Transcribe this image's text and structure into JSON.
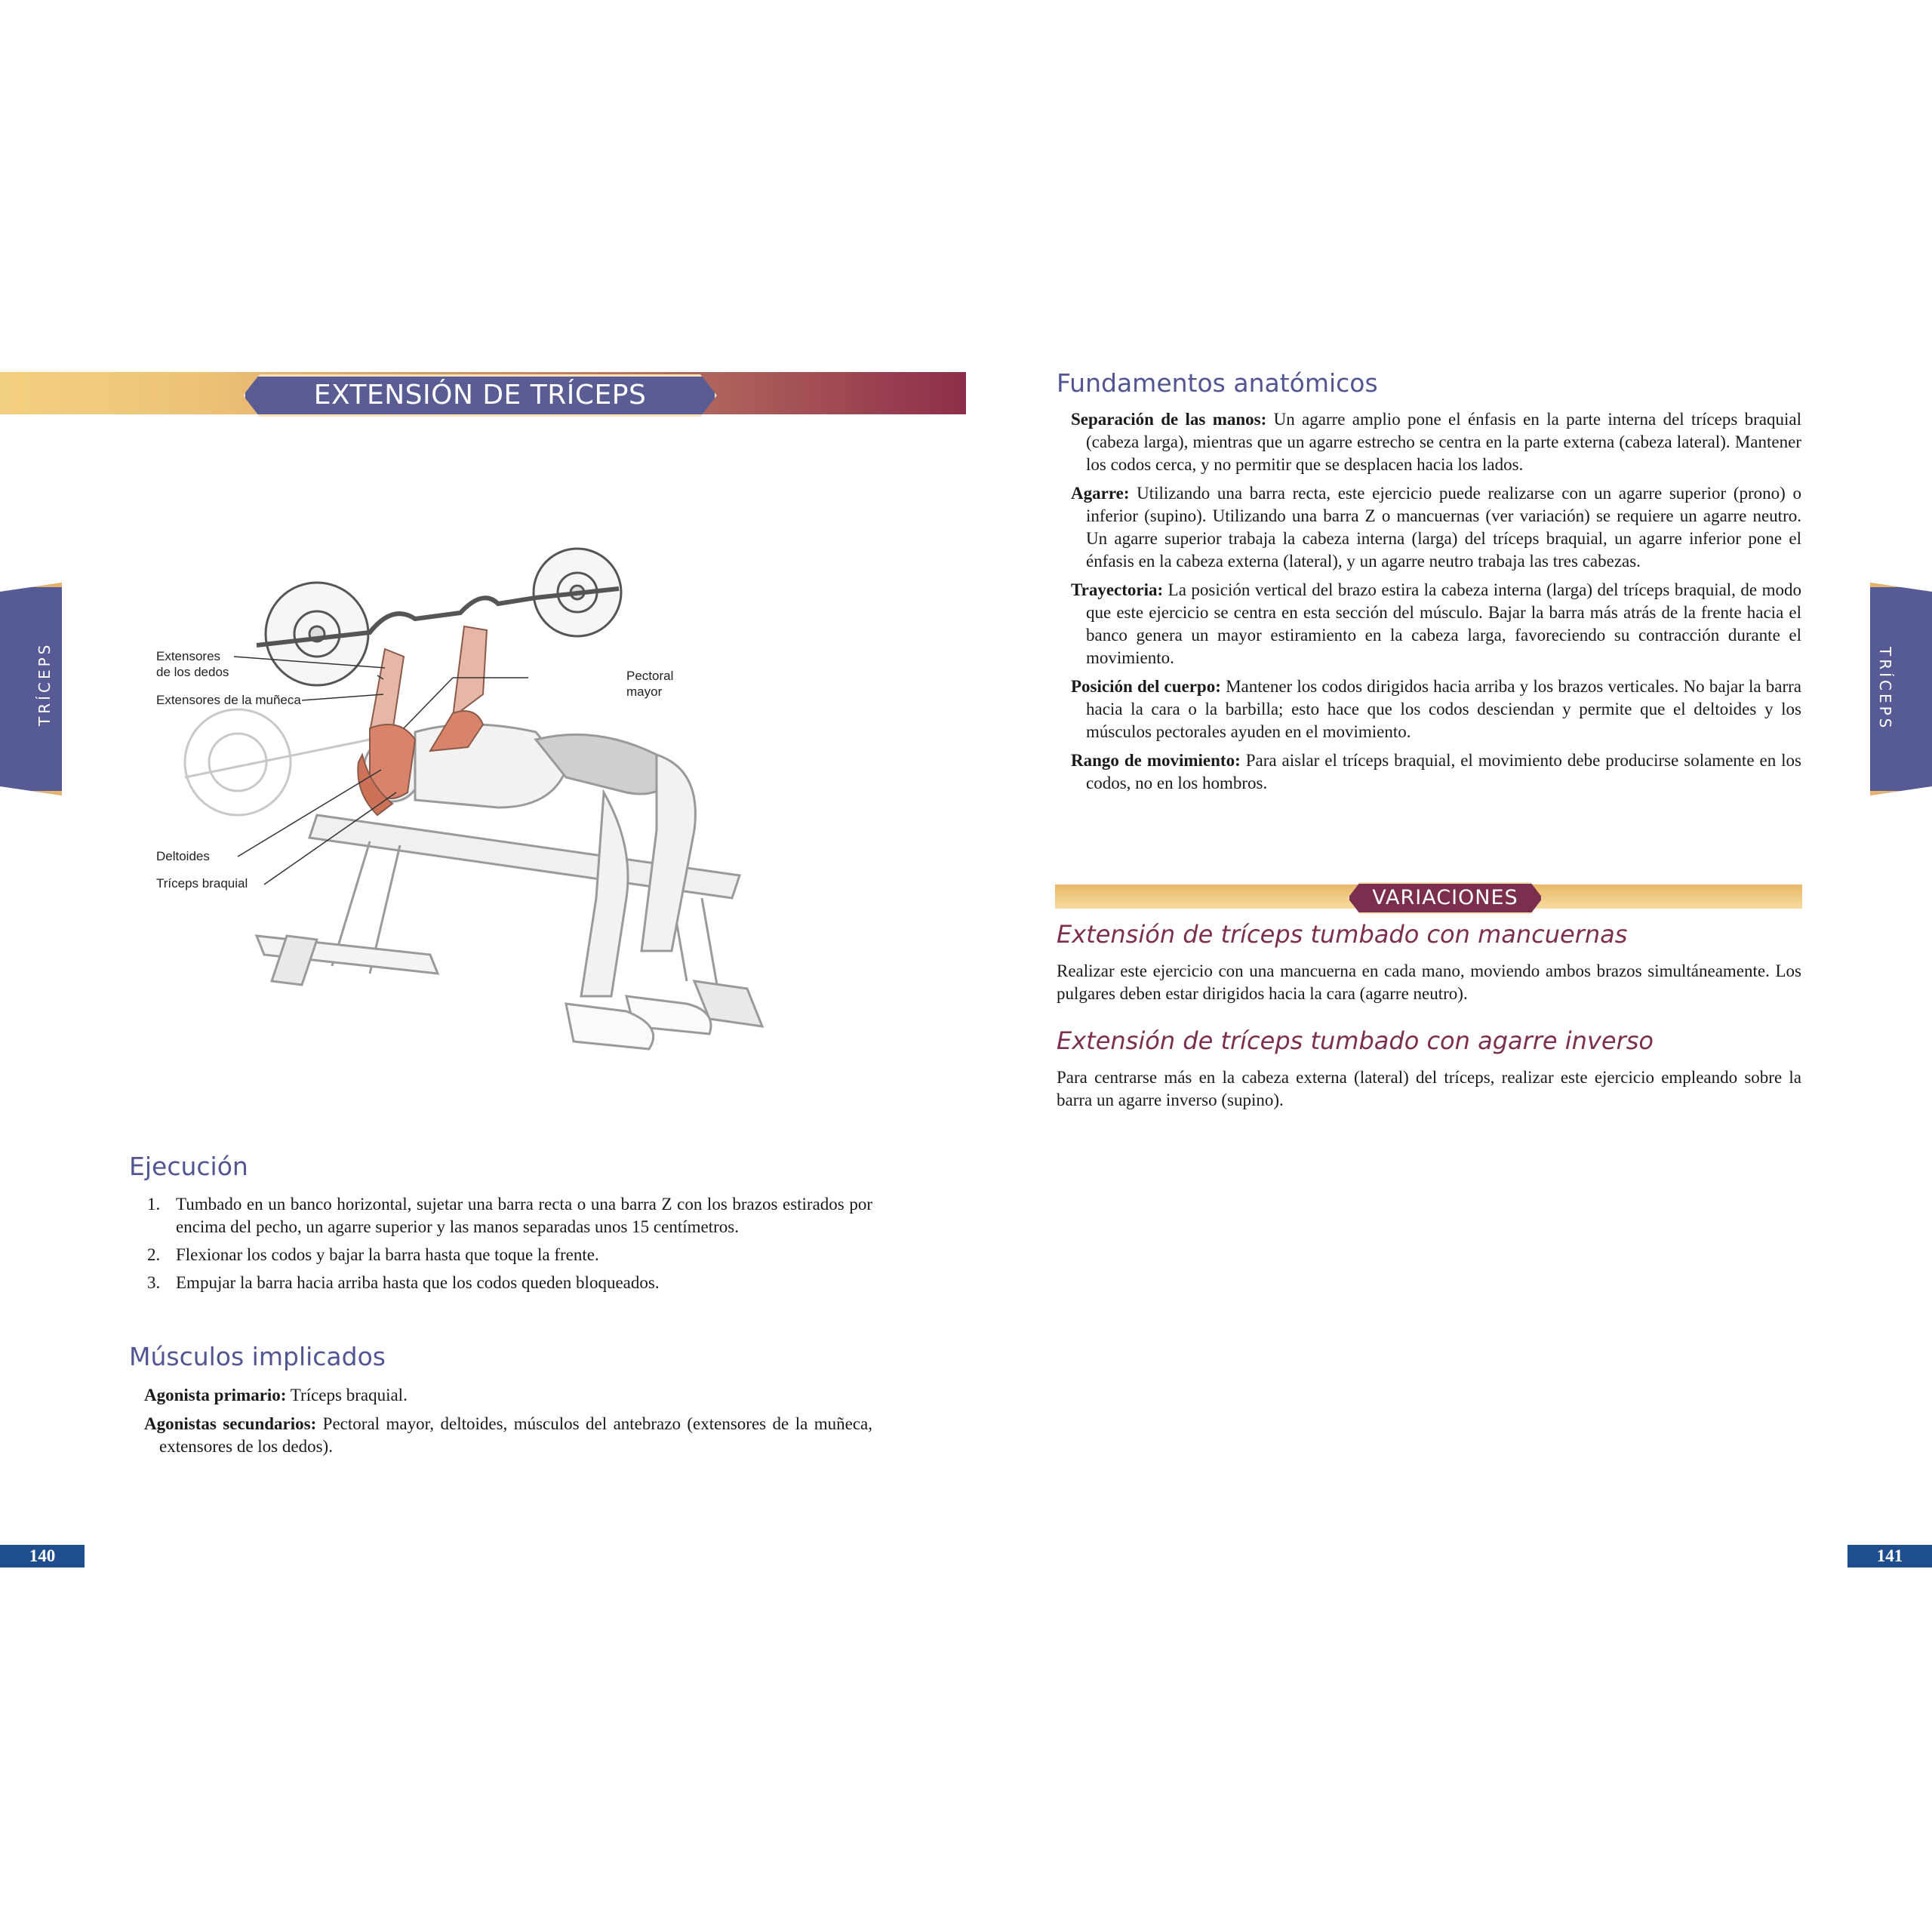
{
  "left_page": {
    "title": "EXTENSIÓN DE TRÍCEPS TUMBADO",
    "side_tab": "TRÍCEPS",
    "illustration_labels": {
      "finger_extensors_1": "Extensores",
      "finger_extensors_2": "de los dedos",
      "wrist_extensors": "Extensores de la muñeca",
      "pectoral_1": "Pectoral",
      "pectoral_2": "mayor",
      "deltoids": "Deltoides",
      "triceps": "Tríceps braquial"
    },
    "execution": {
      "heading": "Ejecución",
      "steps": [
        {
          "num": "1.",
          "text": "Tumbado en un banco horizontal, sujetar una barra recta o una barra Z con los brazos estirados por encima del pecho, un agarre superior y las manos separadas unos 15 centímetros."
        },
        {
          "num": "2.",
          "text": "Flexionar los codos y bajar la barra hasta que toque la frente."
        },
        {
          "num": "3.",
          "text": "Empujar la barra hacia arriba hasta que los codos queden bloqueados."
        }
      ]
    },
    "muscles": {
      "heading": "Músculos implicados",
      "primary_label": "Agonista primario:",
      "primary_text": " Tríceps braquial.",
      "secondary_label": "Agonistas secundarios:",
      "secondary_text": " Pectoral mayor, deltoides, músculos del antebrazo (extensores de la muñeca, extensores de los dedos)."
    },
    "page_number": "140"
  },
  "right_page": {
    "side_tab": "TRÍCEPS",
    "anatomy": {
      "heading": "Fundamentos anatómicos",
      "items": [
        {
          "label": "Separación de las manos:",
          "text": " Un agarre amplio pone el énfasis en la parte interna del tríceps braquial (cabeza larga), mientras que un agarre estrecho se centra en la parte externa (cabeza lateral). Mantener los codos cerca, y no permitir que se desplacen hacia los lados."
        },
        {
          "label": "Agarre:",
          "text": " Utilizando una barra recta, este ejercicio puede realizarse con un agarre superior (prono) o inferior (supino). Utilizando una barra Z o mancuernas (ver variación) se requiere un agarre neutro. Un agarre superior trabaja la cabeza interna (larga) del tríceps braquial, un agarre inferior pone el énfasis en la cabeza externa (lateral), y un agarre neutro trabaja las tres cabezas."
        },
        {
          "label": "Trayectoria:",
          "text": " La posición vertical del brazo estira la cabeza interna (larga) del tríceps braquial, de modo que este ejercicio se centra en esta sección del músculo. Bajar la barra más atrás de la frente hacia el banco genera un mayor estiramiento en la cabeza larga, favoreciendo su contracción durante el movimiento."
        },
        {
          "label": "Posición del cuerpo:",
          "text": " Mantener los codos dirigidos hacia arriba y los brazos verticales. No bajar la barra hacia la cara o la barbilla; esto hace que los codos desciendan y permite que el deltoides y los músculos pectorales ayuden en el movimiento."
        },
        {
          "label": "Rango de movimiento:",
          "text": " Para aislar el tríceps braquial, el movimiento debe producirse solamente en los codos, no en los hombros."
        }
      ]
    },
    "variations": {
      "banner": "VARIACIONES",
      "v1_title": "Extensión de tríceps tumbado con mancuernas",
      "v1_text": "Realizar este ejercicio con una mancuerna en cada mano, moviendo ambos brazos simultáneamente. Los pulgares deben estar dirigidos hacia la cara (agarre neutro).",
      "v2_title": "Extensión de tríceps tumbado con agarre inverso",
      "v2_text": "Para centrarse más en la cabeza externa (lateral) del tríceps, realizar este ejercicio empleando sobre la barra un agarre inverso (supino)."
    },
    "page_number": "141"
  },
  "colors": {
    "heading_blue": "#515693",
    "variation_red": "#7c2e4f",
    "tab_purple": "#575b95",
    "page_number_blue": "#1f4e8f",
    "muscle_highlight": "#d9846a"
  }
}
